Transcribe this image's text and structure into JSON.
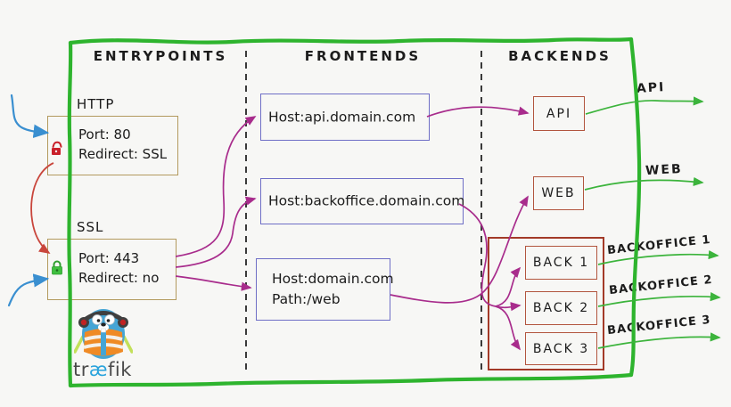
{
  "diagram": {
    "columns": {
      "entrypoints": "ENTRYPOINTS",
      "frontends": "FRONTENDS",
      "backends": "BACKENDS"
    },
    "entrypoints": {
      "http": {
        "label": "HTTP",
        "port": "Port: 80",
        "redirect": "Redirect: SSL"
      },
      "ssl": {
        "label": "SSL",
        "port": "Port: 443",
        "redirect": "Redirect: no"
      }
    },
    "frontends": [
      {
        "host": "Host:api.domain.com"
      },
      {
        "host": "Host:backoffice.domain.com"
      },
      {
        "host": "Host:domain.com",
        "path": "Path:/web"
      }
    ],
    "backends": {
      "api": "API",
      "web": "WEB",
      "backoffice": [
        "BACK 1",
        "BACK 2",
        "BACK 3"
      ]
    },
    "outputs": {
      "api": "API",
      "web": "WEB",
      "backoffice": [
        "BACKOFFICE 1",
        "BACKOFFICE 2",
        "BACKOFFICE 3"
      ]
    },
    "logo": {
      "pre": "tr",
      "ae": "æ",
      "post": "fik"
    },
    "icons": {
      "http_lock": "open-lock-icon",
      "ssl_lock": "closed-lock-icon"
    }
  },
  "colors": {
    "border_green": "#2eb42e",
    "entrypoint_box": "#b39a5e",
    "frontend_box": "#6e6ec6",
    "backend_box": "#b2553e",
    "backend_group": "#a33a28",
    "flow_magenta": "#a82c8c",
    "arrow_green": "#3cb43c",
    "arrow_blue": "#3a8fd0",
    "arrow_red": "#c9463c",
    "lock_red": "#c9202a",
    "lock_green": "#3fbf3f",
    "text": "#1c1c1c",
    "logo_ae_blue": "#2aa3dc"
  }
}
